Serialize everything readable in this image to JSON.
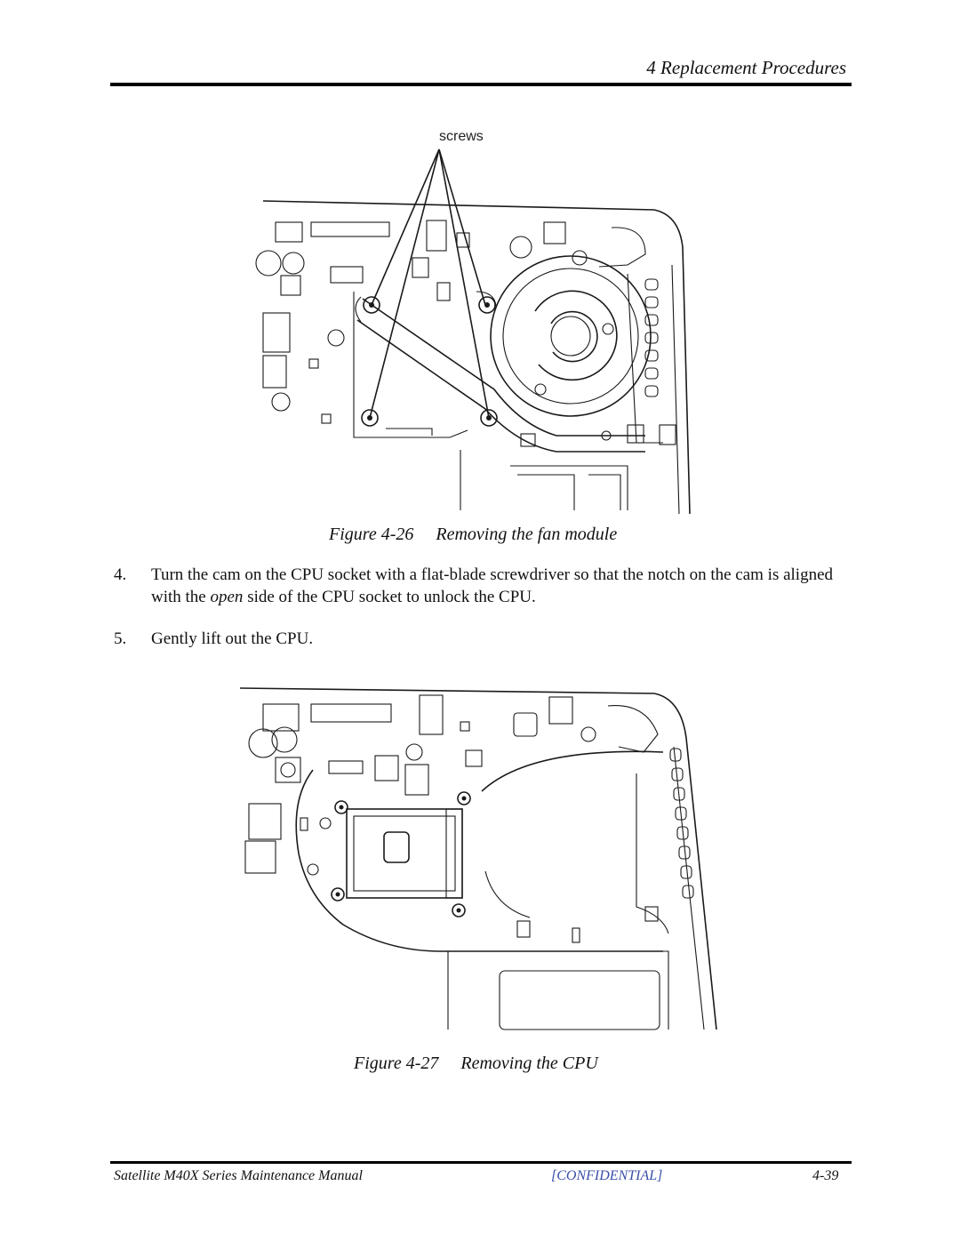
{
  "header": {
    "chapter_title": "4  Replacement Procedures"
  },
  "figure_26": {
    "callout_label": "screws",
    "caption": "Figure 4-26     Removing the fan module"
  },
  "steps": [
    {
      "number": "4.",
      "text_before": "Turn the cam on the CPU socket with a flat-blade screwdriver so that the notch on the cam is aligned with the ",
      "emphasis": "open",
      "text_after": " side of the CPU socket to unlock the CPU."
    },
    {
      "number": "5.",
      "text": "Gently lift out the CPU."
    }
  ],
  "figure_27": {
    "caption": "Figure 4-27     Removing the CPU"
  },
  "footer": {
    "manual_title": "Satellite M40X Series Maintenance Manual",
    "confidential": "[CONFIDENTIAL]",
    "page_number": "4-39"
  }
}
